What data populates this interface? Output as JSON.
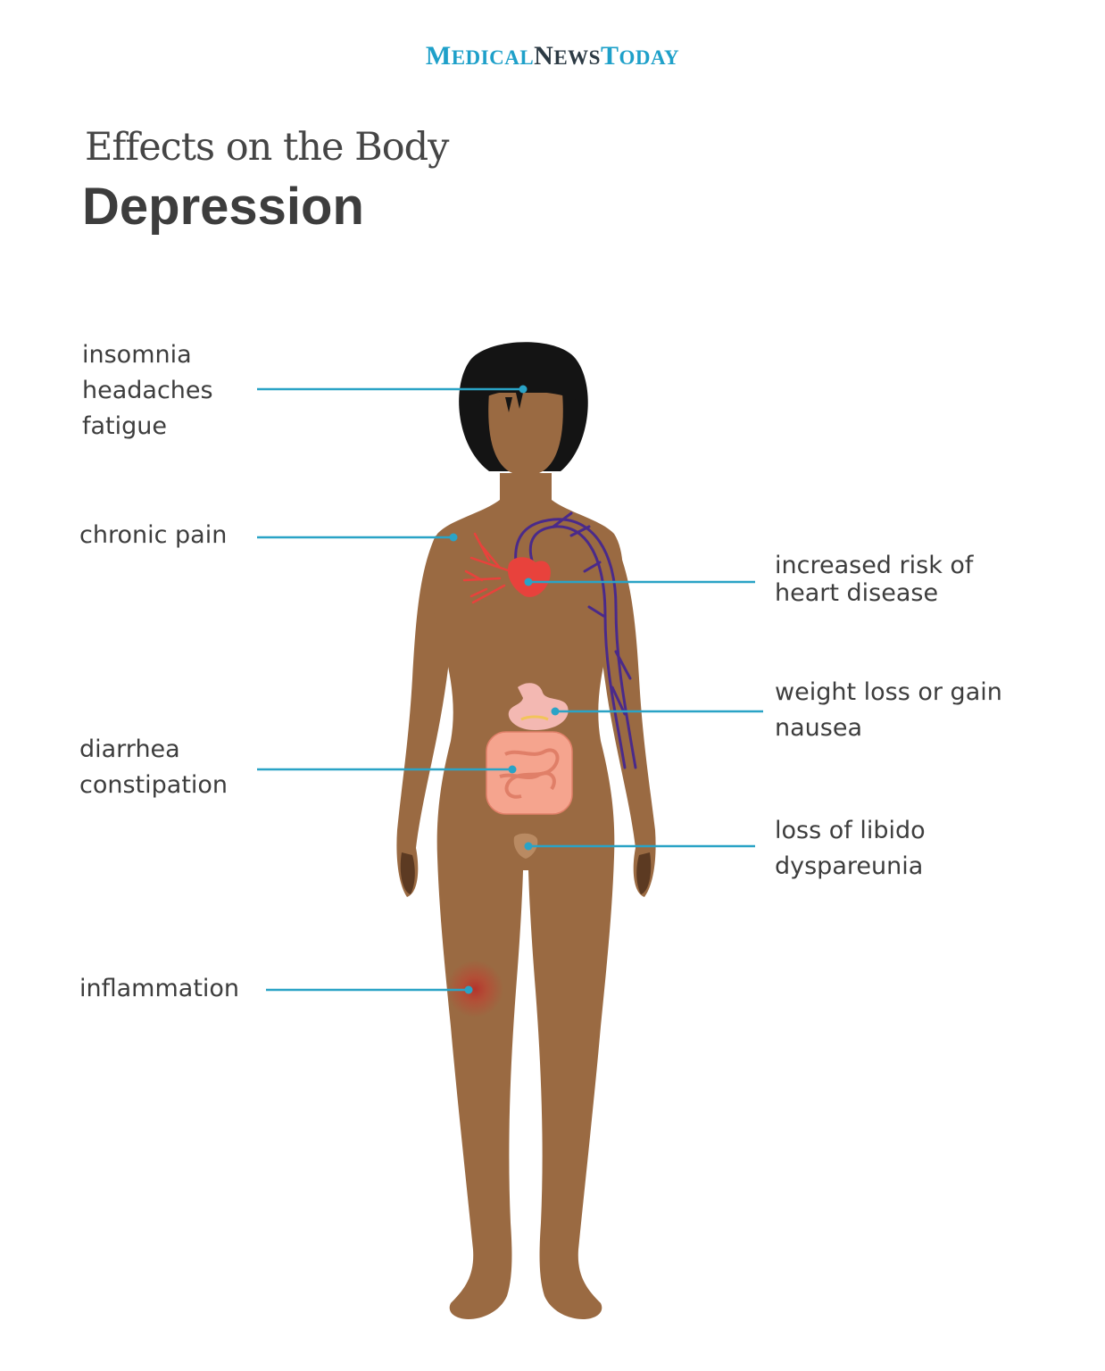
{
  "logo": {
    "part1_initial": "M",
    "part1_rest": "EDICAL",
    "part2_initial": "N",
    "part2_rest": "EWS",
    "part3_initial": "T",
    "part3_rest": "ODAY"
  },
  "header": {
    "subtitle": "Effects on the Body",
    "title": "Depression"
  },
  "effects": {
    "head": [
      "insomnia",
      "headaches",
      "fatigue"
    ],
    "shoulder": [
      "chronic pain"
    ],
    "heart": [
      "increased risk of",
      "heart disease"
    ],
    "stomach": [
      "weight loss or gain",
      "nausea"
    ],
    "intestines": [
      "diarrhea",
      "constipation"
    ],
    "pelvis": [
      "loss of libido",
      "dyspareunia"
    ],
    "thigh": [
      "inflammation"
    ]
  },
  "colors": {
    "skin": "#9a6a42",
    "skin_shadow": "#5c3a22",
    "hair": "#141414",
    "leader_line": "#2aa3c6",
    "heart": "#e8423c",
    "veins": "#4a2a8a",
    "stomach": "#f3b8b2",
    "intestines": "#f5a48e",
    "inflammation": "#b5302a"
  }
}
